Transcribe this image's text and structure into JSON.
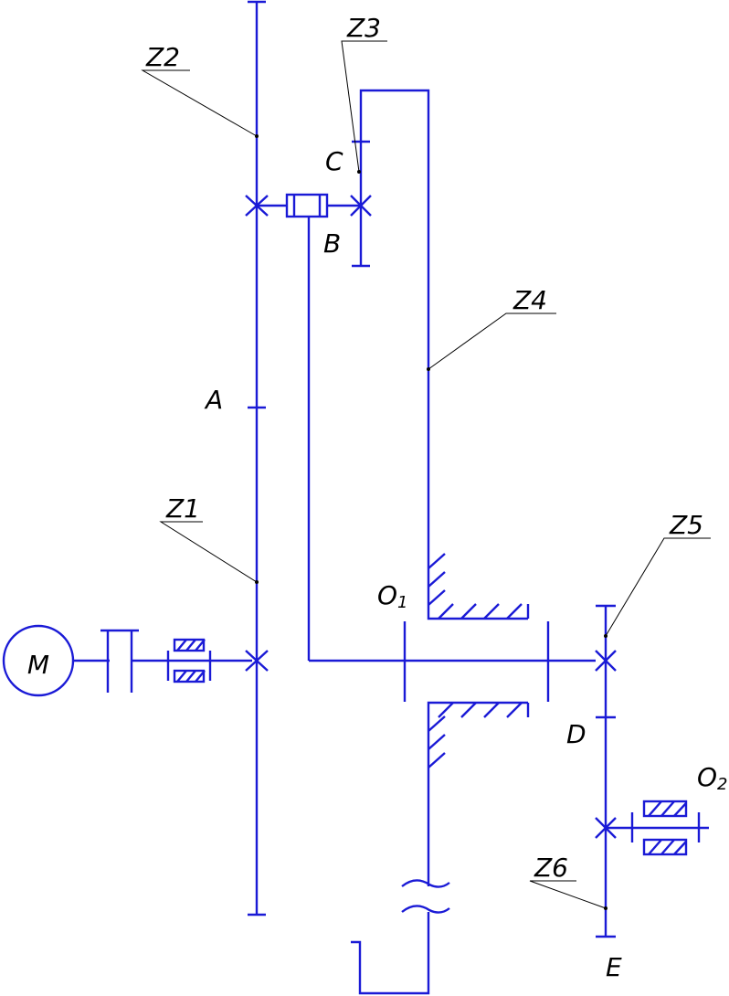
{
  "labels": {
    "z1": "Z1",
    "z2": "Z2",
    "z3": "Z3",
    "z4": "Z4",
    "z5": "Z5",
    "z6": "Z6",
    "a": "A",
    "b": "B",
    "c": "C",
    "d": "D",
    "e": "E",
    "o1": "O",
    "o1_sub": "1",
    "o2": "O",
    "o2_sub": "2",
    "motor": "M"
  },
  "colors": {
    "mechanism": "#1a1ad6",
    "leaders": "#000000"
  }
}
